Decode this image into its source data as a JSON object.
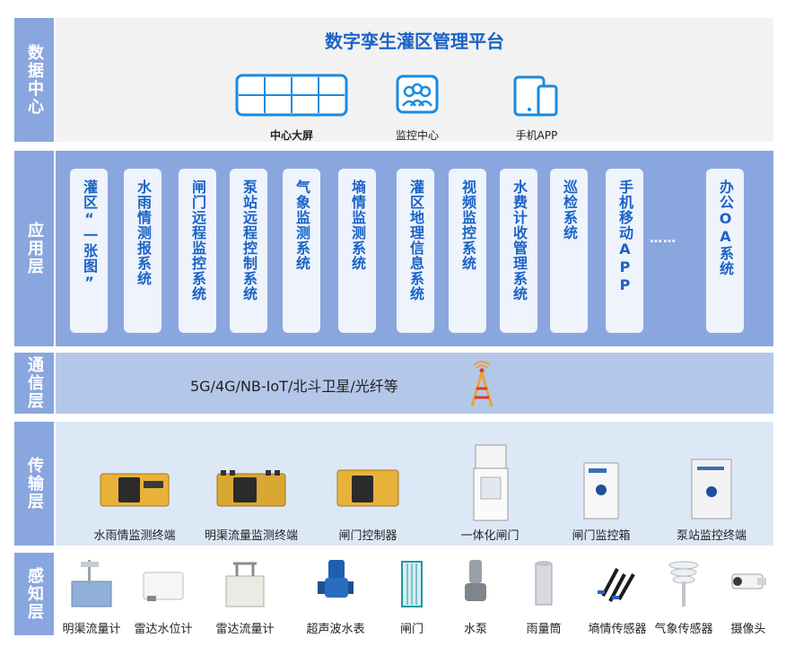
{
  "layers": {
    "data_center": "数据中心",
    "application": "应用层",
    "communication": "通信层",
    "transmission": "传输层",
    "sensing": "感知层"
  },
  "platform_title": "数字孪生灌区管理平台",
  "data_center_items": [
    "中心大屏",
    "监控中心",
    "手机APP"
  ],
  "apps": [
    "灌区“一张图”",
    "水雨情测报系统",
    "闸门远程监控系统",
    "泵站远程控制系统",
    "气象监测系统",
    "墒情监测系统",
    "灌区地理信息系统",
    "视频监控系统",
    "水费计收管理系统",
    "巡检系统",
    "手机移动APP",
    "办公OA系统"
  ],
  "apps_more": "……",
  "communication_text": "5G/4G/NB-IoT/北斗卫星/光纤等",
  "transmission_devices": [
    "水雨情监测终端",
    "明渠流量监测终端",
    "闸门控制器",
    "一体化闸门",
    "闸门监控箱",
    "泵站监控终端"
  ],
  "sensing_devices": [
    "明渠流量计",
    "雷达水位计",
    "雷达流量计",
    "超声波水表",
    "闸门",
    "水泵",
    "雨量筒",
    "墒情传感器",
    "气象传感器",
    "摄像头"
  ],
  "colors": {
    "accent": "#1a63c6",
    "layer_bg": "#8aa6de",
    "comm_bg": "#b4c7e9",
    "trans_bg": "#dde8f7",
    "panel_bg": "#f2f2f2"
  }
}
